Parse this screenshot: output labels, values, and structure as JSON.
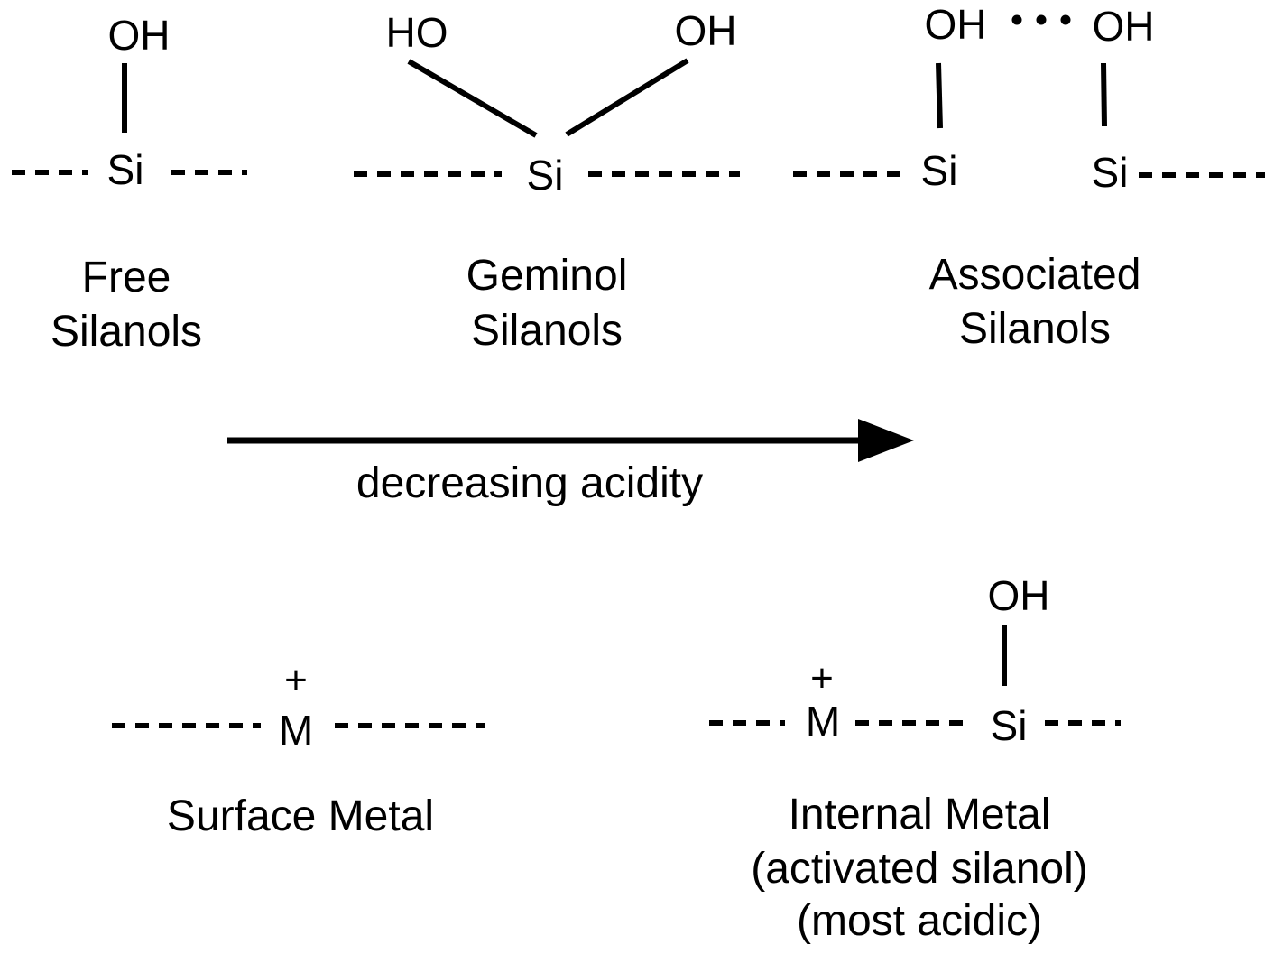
{
  "diagram": {
    "title": "Silanol types and relative acidity",
    "colors": {
      "ink": "#000000",
      "background": "#ffffff"
    },
    "structures": {
      "free": {
        "atoms": {
          "oh": "OH",
          "si": "Si"
        },
        "label": [
          "Free",
          "Silanols"
        ]
      },
      "geminol": {
        "atoms": {
          "ho_left": "HO",
          "oh_right": "OH",
          "si": "Si"
        },
        "label": [
          "Geminol",
          "Silanols"
        ]
      },
      "associated": {
        "atoms": {
          "oh_left": "OH",
          "oh_right": "OH",
          "si_left": "Si",
          "si_right": "Si"
        },
        "hbond": "hydrogen-bond dots",
        "label": [
          "Associated",
          "Silanols"
        ]
      },
      "surface_metal": {
        "atoms": {
          "charge": "+",
          "m": "M"
        },
        "label": [
          "Surface Metal"
        ]
      },
      "internal_metal": {
        "atoms": {
          "charge": "+",
          "m": "M",
          "si": "Si",
          "oh": "OH"
        },
        "label": [
          "Internal Metal",
          "(activated silanol)",
          "(most acidic)"
        ]
      }
    },
    "trend_arrow": {
      "direction": "right",
      "label": "decreasing acidity"
    }
  }
}
